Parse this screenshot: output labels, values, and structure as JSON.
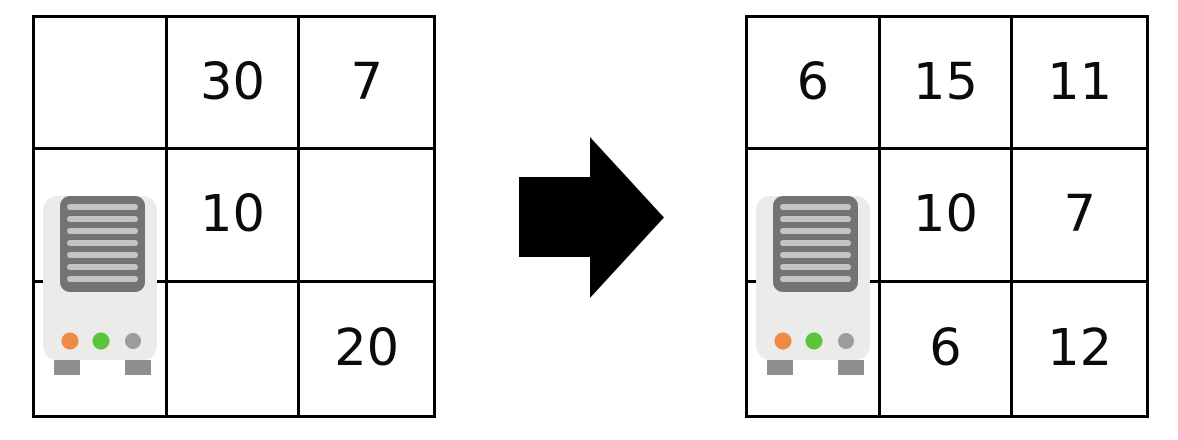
{
  "grids": {
    "left": {
      "cells": [
        [
          "",
          "30",
          "7"
        ],
        [
          "",
          "10",
          ""
        ],
        [
          "",
          "",
          "20"
        ]
      ]
    },
    "right": {
      "cells": [
        [
          "6",
          "15",
          "11"
        ],
        [
          "",
          "10",
          "7"
        ],
        [
          "",
          "6",
          "12"
        ]
      ]
    }
  },
  "icons": {
    "server": {
      "name": "server-icon",
      "body_color": "#ebebeb",
      "grill_color": "#737373",
      "stripe_color": "#c4c4c4",
      "foot_color": "#8f8f8f",
      "led_orange": "#ef8a45",
      "led_green": "#5dc53b",
      "led_gray": "#9c9c9c"
    },
    "arrow": {
      "name": "right-arrow-icon",
      "direction": "right",
      "color": "#000000"
    }
  },
  "grid_style": {
    "line_color": "#000000",
    "rows": 3,
    "cols": 3
  }
}
